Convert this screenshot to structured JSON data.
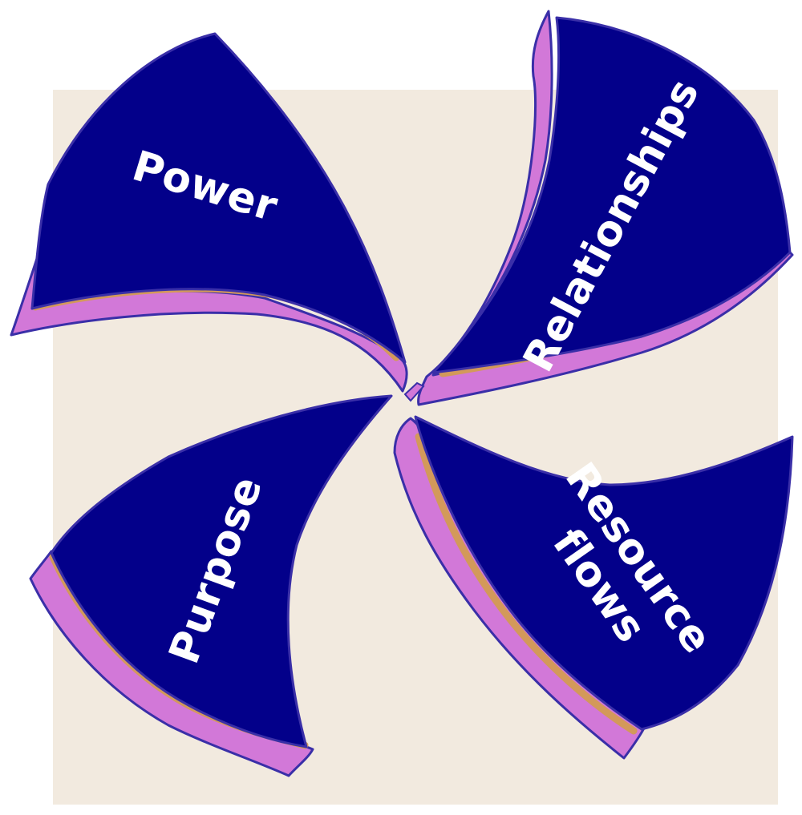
{
  "diagram": {
    "labels": {
      "power": "Power",
      "relationships": "Relationships",
      "resource_line1": "Resource",
      "resource_line2": "flows",
      "purpose": "Purpose"
    }
  },
  "colors": {
    "background_square": "#f2eadf",
    "blade_face": "#03008a",
    "blade_edge": "#d278d8",
    "blade_outline": "#3a2fa8",
    "edge_accent": "#d3995a",
    "label_text": "#ffffff"
  }
}
